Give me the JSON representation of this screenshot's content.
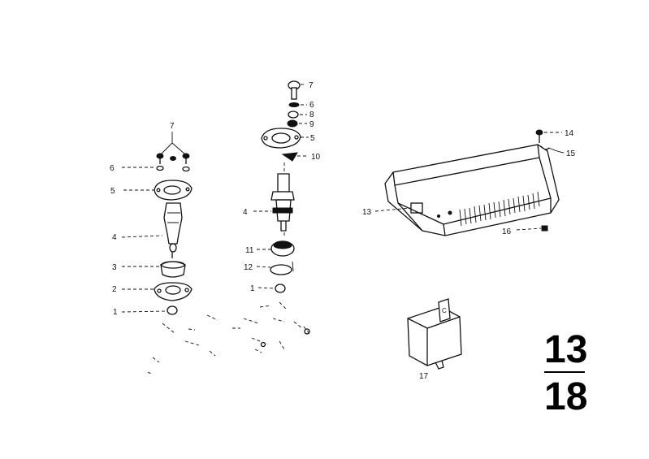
{
  "diagram": {
    "section_top": "13",
    "section_bottom": "18"
  },
  "left_assembly": {
    "labels": [
      "7",
      "6",
      "5",
      "4",
      "3",
      "2",
      "1"
    ]
  },
  "center_assembly": {
    "labels": [
      "7",
      "6",
      "8",
      "9",
      "5",
      "10",
      "4",
      "11",
      "12",
      "1"
    ]
  },
  "control_unit": {
    "labels": [
      "14",
      "15",
      "13",
      "16"
    ]
  },
  "relay": {
    "label": "17",
    "tab_mark": "C"
  }
}
